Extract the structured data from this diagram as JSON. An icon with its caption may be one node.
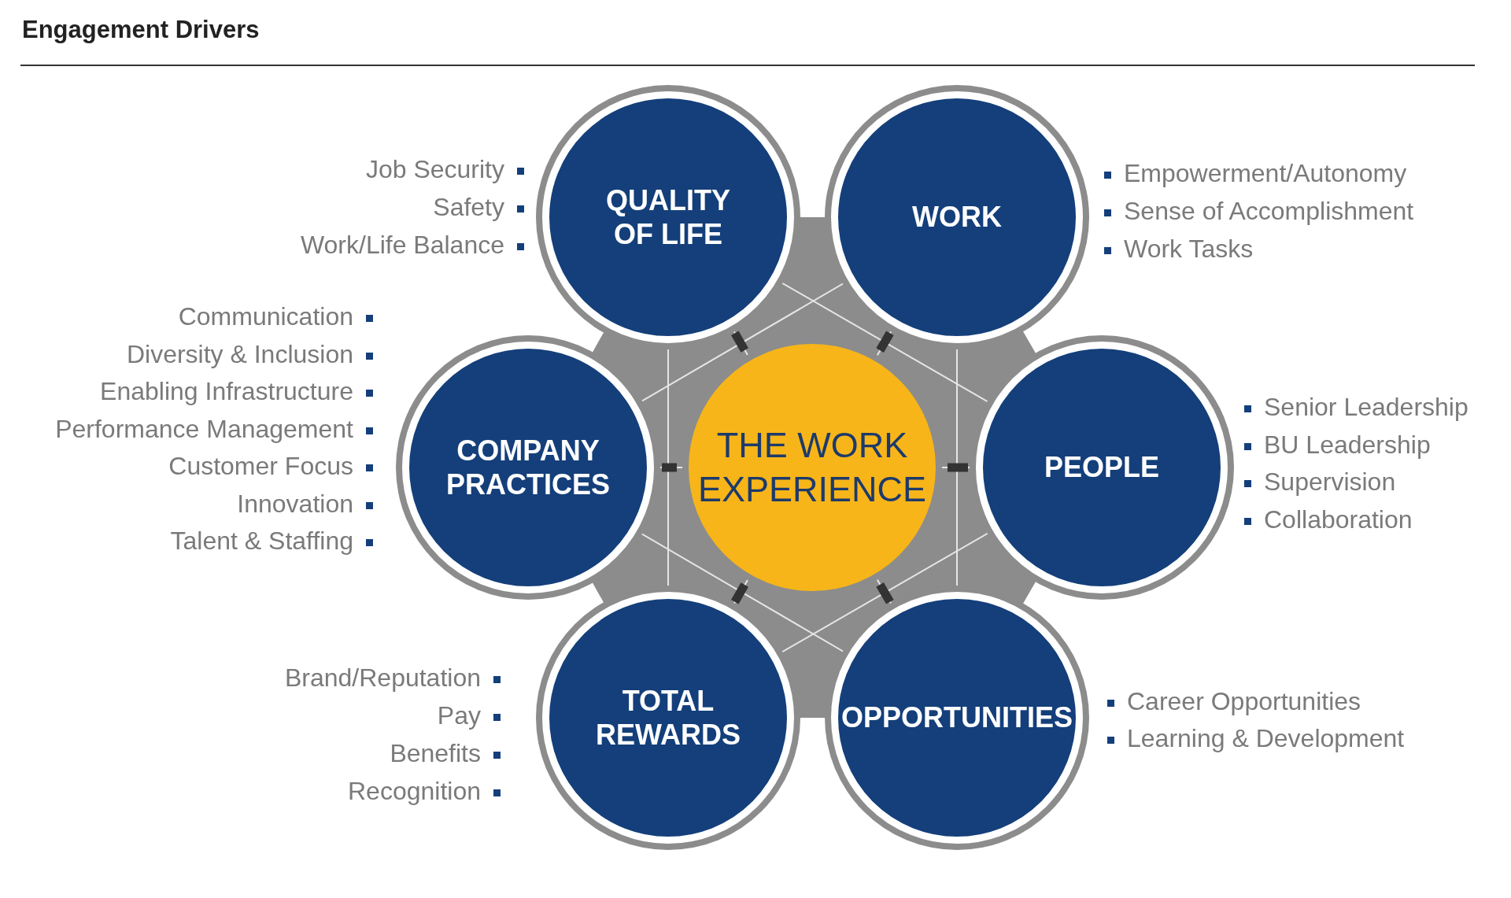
{
  "diagram": {
    "title": "Engagement Drivers",
    "nodes": [
      {
        "text": [
          "QUALITY OF LIFE"
        ],
        "beside": [
          "Job Security",
          "Safety",
          "Work/Life Balance"
        ]
      },
      {
        "text": [
          "WORK"
        ],
        "beside": [
          "Empowerment/Autonomy",
          "Sense of Accomplishment",
          "Work Tasks"
        ]
      },
      {
        "text": [
          "COMPANY PRACTICES"
        ],
        "beside": [
          "Communication",
          "Diversity & Inclusion",
          "Enabling Infrastructure",
          "Performance Management",
          "Customer Focus",
          "Innovation",
          "Talent & Staffing"
        ]
      },
      {
        "text": [
          "THE WORK EXPERIENCE"
        ]
      },
      {
        "text": [
          "PEOPLE"
        ],
        "beside": [
          "Senior Leadership",
          "BU Leadership",
          "Supervision",
          "Collaboration"
        ]
      },
      {
        "text": [
          "TOTAL REWARDS"
        ],
        "beside": [
          "Brand/Reputation",
          "Pay",
          "Benefits",
          "Recognition"
        ]
      },
      {
        "text": [
          "OPPORTUNITIES"
        ],
        "beside": [
          "Career Opportunities",
          "Learning & Development"
        ]
      }
    ],
    "edges": [
      {
        "from": 3,
        "to": 0,
        "arrow": "none"
      },
      {
        "from": 3,
        "to": 1,
        "arrow": "none"
      },
      {
        "from": 3,
        "to": 2,
        "arrow": "none"
      },
      {
        "from": 3,
        "to": 4,
        "arrow": "none"
      },
      {
        "from": 3,
        "to": 5,
        "arrow": "none"
      },
      {
        "from": 3,
        "to": 6,
        "arrow": "none"
      }
    ]
  }
}
